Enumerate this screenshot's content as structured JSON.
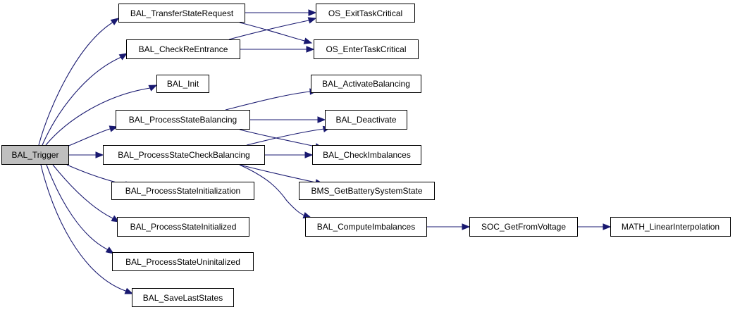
{
  "graph": {
    "type": "call-graph",
    "root": "BAL_Trigger",
    "colors": {
      "edge": "#191970",
      "node_border": "#000000",
      "node_fill": "#ffffff",
      "root_fill": "#bfbfbf",
      "text": "#000000"
    },
    "nodes": [
      {
        "id": "BAL_Trigger",
        "label": "BAL_Trigger",
        "root": true
      },
      {
        "id": "BAL_TransferStateRequest",
        "label": "BAL_TransferStateRequest"
      },
      {
        "id": "BAL_CheckReEntrance",
        "label": "BAL_CheckReEntrance"
      },
      {
        "id": "BAL_Init",
        "label": "BAL_Init"
      },
      {
        "id": "BAL_ProcessStateBalancing",
        "label": "BAL_ProcessStateBalancing"
      },
      {
        "id": "BAL_ProcessStateCheckBalancing",
        "label": "BAL_ProcessStateCheckBalancing"
      },
      {
        "id": "BAL_ProcessStateInitialization",
        "label": "BAL_ProcessStateInitialization"
      },
      {
        "id": "BAL_ProcessStateInitialized",
        "label": "BAL_ProcessStateInitialized"
      },
      {
        "id": "BAL_ProcessStateUninitalized",
        "label": "BAL_ProcessStateUninitalized"
      },
      {
        "id": "BAL_SaveLastStates",
        "label": "BAL_SaveLastStates"
      },
      {
        "id": "OS_ExitTaskCritical",
        "label": "OS_ExitTaskCritical"
      },
      {
        "id": "OS_EnterTaskCritical",
        "label": "OS_EnterTaskCritical"
      },
      {
        "id": "BAL_ActivateBalancing",
        "label": "BAL_ActivateBalancing"
      },
      {
        "id": "BAL_Deactivate",
        "label": "BAL_Deactivate"
      },
      {
        "id": "BAL_CheckImbalances",
        "label": "BAL_CheckImbalances"
      },
      {
        "id": "BMS_GetBatterySystemState",
        "label": "BMS_GetBatterySystemState"
      },
      {
        "id": "BAL_ComputeImbalances",
        "label": "BAL_ComputeImbalances"
      },
      {
        "id": "SOC_GetFromVoltage",
        "label": "SOC_GetFromVoltage"
      },
      {
        "id": "MATH_LinearInterpolation",
        "label": "MATH_LinearInterpolation"
      }
    ],
    "edges": [
      {
        "from": "BAL_Trigger",
        "to": "BAL_TransferStateRequest"
      },
      {
        "from": "BAL_Trigger",
        "to": "BAL_CheckReEntrance"
      },
      {
        "from": "BAL_Trigger",
        "to": "BAL_Init"
      },
      {
        "from": "BAL_Trigger",
        "to": "BAL_ProcessStateBalancing"
      },
      {
        "from": "BAL_Trigger",
        "to": "BAL_ProcessStateCheckBalancing"
      },
      {
        "from": "BAL_Trigger",
        "to": "BAL_ProcessStateInitialization"
      },
      {
        "from": "BAL_Trigger",
        "to": "BAL_ProcessStateInitialized"
      },
      {
        "from": "BAL_Trigger",
        "to": "BAL_ProcessStateUninitalized"
      },
      {
        "from": "BAL_Trigger",
        "to": "BAL_SaveLastStates"
      },
      {
        "from": "BAL_TransferStateRequest",
        "to": "OS_ExitTaskCritical"
      },
      {
        "from": "BAL_TransferStateRequest",
        "to": "OS_EnterTaskCritical"
      },
      {
        "from": "BAL_CheckReEntrance",
        "to": "OS_ExitTaskCritical"
      },
      {
        "from": "BAL_CheckReEntrance",
        "to": "OS_EnterTaskCritical"
      },
      {
        "from": "BAL_ProcessStateBalancing",
        "to": "BAL_ActivateBalancing"
      },
      {
        "from": "BAL_ProcessStateBalancing",
        "to": "BAL_Deactivate"
      },
      {
        "from": "BAL_ProcessStateBalancing",
        "to": "BAL_CheckImbalances"
      },
      {
        "from": "BAL_ProcessStateCheckBalancing",
        "to": "BAL_Deactivate"
      },
      {
        "from": "BAL_ProcessStateCheckBalancing",
        "to": "BAL_CheckImbalances"
      },
      {
        "from": "BAL_ProcessStateCheckBalancing",
        "to": "BMS_GetBatterySystemState"
      },
      {
        "from": "BAL_ProcessStateCheckBalancing",
        "to": "BAL_ComputeImbalances"
      },
      {
        "from": "BAL_ComputeImbalances",
        "to": "SOC_GetFromVoltage"
      },
      {
        "from": "SOC_GetFromVoltage",
        "to": "MATH_LinearInterpolation"
      }
    ]
  }
}
